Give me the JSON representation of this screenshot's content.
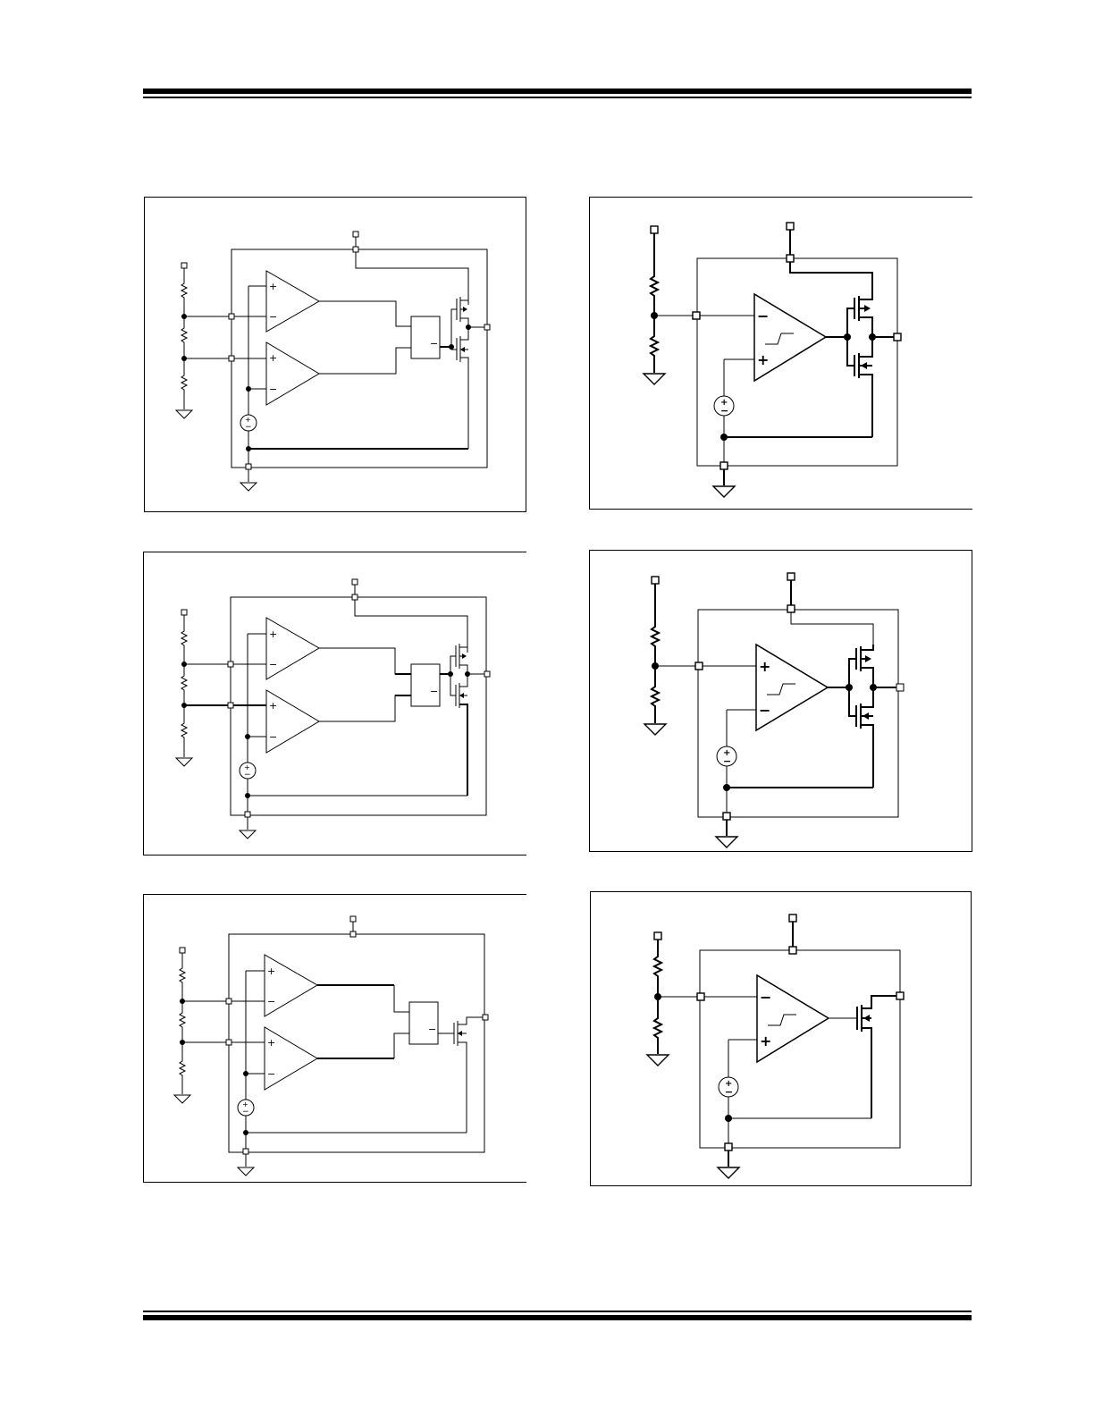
{
  "page": {
    "background": "#ffffff",
    "ink": "#000000"
  },
  "figures": [
    {
      "id": "window-open-drain",
      "output": "push-pull"
    },
    {
      "id": "window-open-drain-2",
      "output": "push-pull"
    },
    {
      "id": "window-open-drain-3",
      "output": "open-drain"
    },
    {
      "id": "single-push-pull-inverting",
      "output": "push-pull"
    },
    {
      "id": "single-push-pull-noninverting",
      "output": "push-pull"
    },
    {
      "id": "single-open-drain",
      "output": "open-drain"
    }
  ],
  "icons": [
    "resistor-icon",
    "ground-icon",
    "voltage-source-icon",
    "comparator-icon",
    "hysteresis-icon",
    "mosfet-icon",
    "logic-block-icon",
    "pin-icon",
    "junction-dot-icon"
  ]
}
